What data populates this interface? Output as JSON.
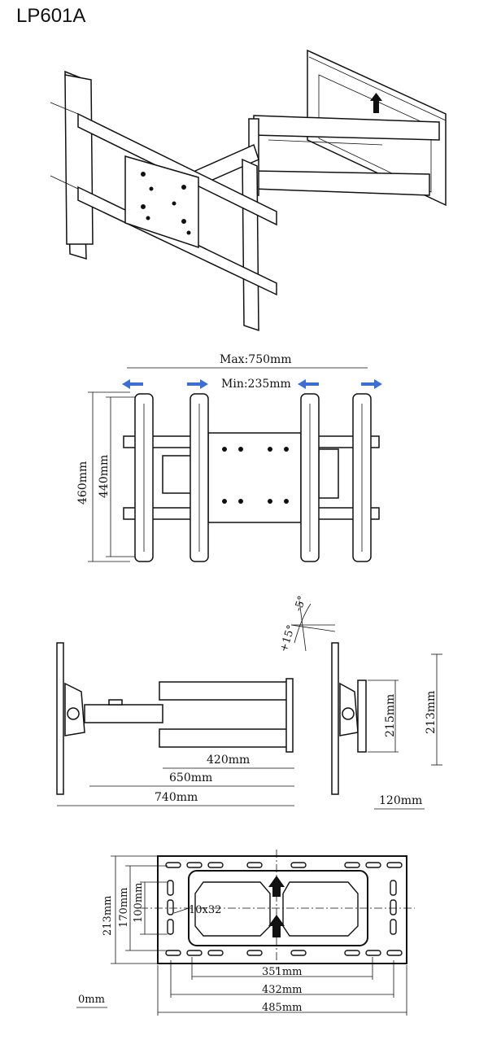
{
  "model": "LP601A",
  "front_view": {
    "max_label": "Max:750mm",
    "min_label": "Min:235mm",
    "height_outer": "460mm",
    "height_inner": "440mm",
    "arrow_color": "#3a6fd8"
  },
  "side_view": {
    "tilt_up": "-5°",
    "tilt_down": "+15°",
    "dim_420": "420mm",
    "dim_650": "650mm",
    "dim_740": "740mm",
    "dim_215": "215mm",
    "dim_213": "213mm",
    "dim_120": "120mm"
  },
  "wall_plate": {
    "dim_213": "213mm",
    "dim_170": "170mm",
    "dim_100": "100mm",
    "slot_label": "10x32",
    "dim_351": "351mm",
    "dim_432": "432mm",
    "dim_485": "485mm",
    "partial_label": "0mm"
  }
}
